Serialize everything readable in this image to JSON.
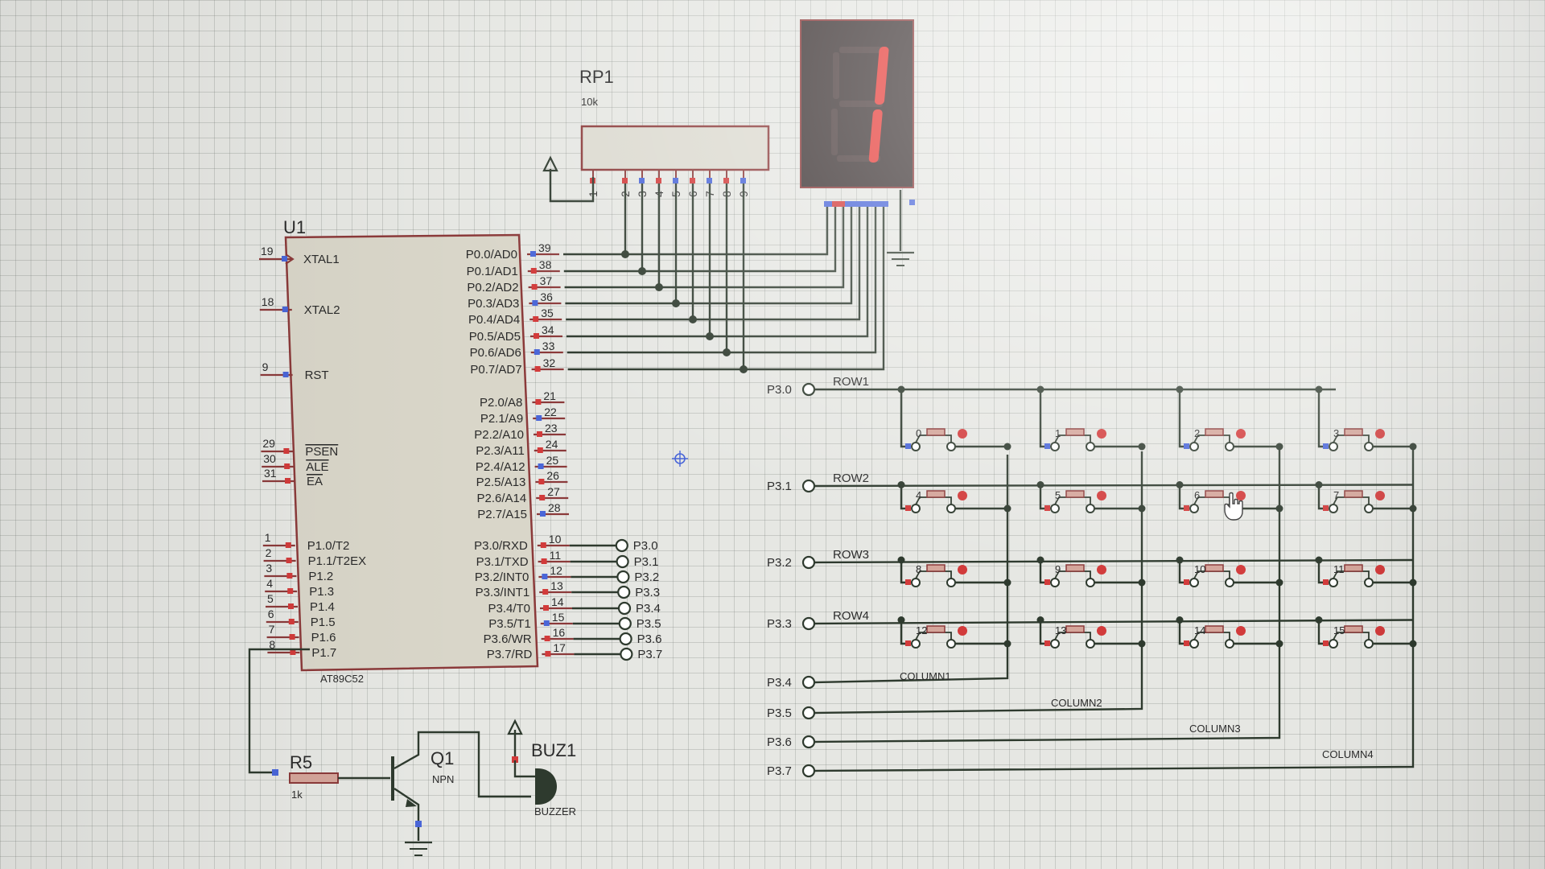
{
  "u1": {
    "ref": "U1",
    "part": "AT89C52",
    "left_pins": [
      {
        "num": "19",
        "name": "XTAL1"
      },
      {
        "num": "18",
        "name": "XTAL2"
      },
      {
        "num": "9",
        "name": "RST"
      },
      {
        "num": "29",
        "name": "PSEN"
      },
      {
        "num": "30",
        "name": "ALE"
      },
      {
        "num": "31",
        "name": "EA"
      },
      {
        "num": "1",
        "name": "P1.0/T2"
      },
      {
        "num": "2",
        "name": "P1.1/T2EX"
      },
      {
        "num": "3",
        "name": "P1.2"
      },
      {
        "num": "4",
        "name": "P1.3"
      },
      {
        "num": "5",
        "name": "P1.4"
      },
      {
        "num": "6",
        "name": "P1.5"
      },
      {
        "num": "7",
        "name": "P1.6"
      },
      {
        "num": "8",
        "name": "P1.7"
      }
    ],
    "right_pins": [
      {
        "num": "39",
        "name": "P0.0/AD0"
      },
      {
        "num": "38",
        "name": "P0.1/AD1"
      },
      {
        "num": "37",
        "name": "P0.2/AD2"
      },
      {
        "num": "36",
        "name": "P0.3/AD3"
      },
      {
        "num": "35",
        "name": "P0.4/AD4"
      },
      {
        "num": "34",
        "name": "P0.5/AD5"
      },
      {
        "num": "33",
        "name": "P0.6/AD6"
      },
      {
        "num": "32",
        "name": "P0.7/AD7"
      },
      {
        "num": "21",
        "name": "P2.0/A8"
      },
      {
        "num": "22",
        "name": "P2.1/A9"
      },
      {
        "num": "23",
        "name": "P2.2/A10"
      },
      {
        "num": "24",
        "name": "P2.3/A11"
      },
      {
        "num": "25",
        "name": "P2.4/A12"
      },
      {
        "num": "26",
        "name": "P2.5/A13"
      },
      {
        "num": "27",
        "name": "P2.6/A14"
      },
      {
        "num": "28",
        "name": "P2.7/A15"
      },
      {
        "num": "10",
        "name": "P3.0/RXD",
        "net": "P3.0"
      },
      {
        "num": "11",
        "name": "P3.1/TXD",
        "net": "P3.1"
      },
      {
        "num": "12",
        "name": "P3.2/INT0",
        "net": "P3.2"
      },
      {
        "num": "13",
        "name": "P3.3/INT1",
        "net": "P3.3"
      },
      {
        "num": "14",
        "name": "P3.4/T0",
        "net": "P3.4"
      },
      {
        "num": "15",
        "name": "P3.5/T1",
        "net": "P3.5"
      },
      {
        "num": "16",
        "name": "P3.6/WR",
        "net": "P3.6"
      },
      {
        "num": "17",
        "name": "P3.7/RD",
        "net": "P3.7"
      }
    ]
  },
  "rp1": {
    "ref": "RP1",
    "value": "10k",
    "pins": [
      "1",
      "2",
      "3",
      "4",
      "5",
      "6",
      "7",
      "8",
      "9"
    ]
  },
  "display": {
    "digit": "1",
    "color": "#e53935"
  },
  "keypad": {
    "rows": [
      {
        "net": "P3.0",
        "label": "ROW1"
      },
      {
        "net": "P3.1",
        "label": "ROW2"
      },
      {
        "net": "P3.2",
        "label": "ROW3"
      },
      {
        "net": "P3.3",
        "label": "ROW4"
      }
    ],
    "columns": [
      {
        "net": "P3.4",
        "label": "COLUMN1"
      },
      {
        "net": "P3.5",
        "label": "COLUMN2"
      },
      {
        "net": "P3.6",
        "label": "COLUMN3"
      },
      {
        "net": "P3.7",
        "label": "COLUMN4"
      }
    ],
    "keys": [
      "0",
      "1",
      "2",
      "3",
      "4",
      "5",
      "6",
      "7",
      "8",
      "9",
      "10",
      "11",
      "12",
      "13",
      "14",
      "15"
    ]
  },
  "r5": {
    "ref": "R5",
    "value": "1k"
  },
  "q1": {
    "ref": "Q1",
    "type": "NPN"
  },
  "buz1": {
    "ref": "BUZ1",
    "type": "BUZZER"
  }
}
